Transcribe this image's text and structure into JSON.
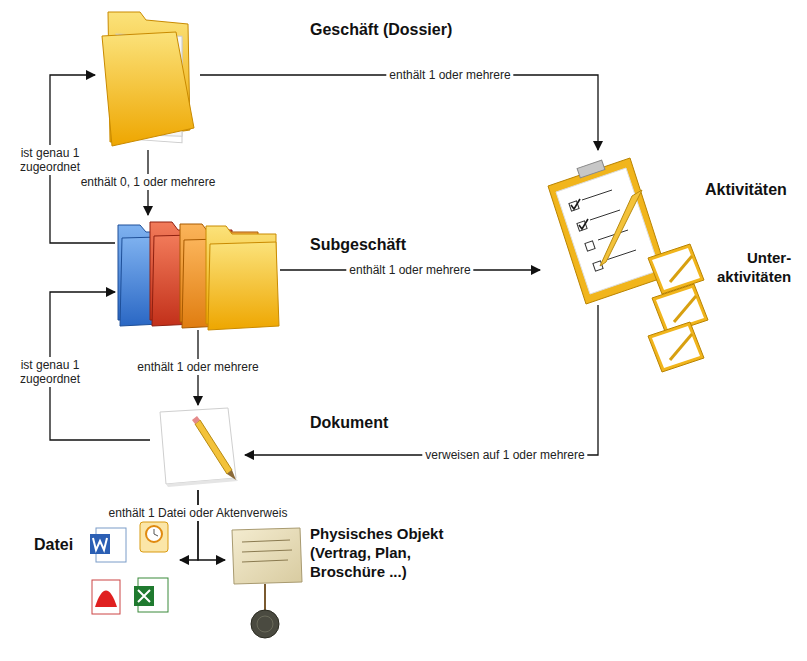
{
  "diagram": {
    "nodes": [
      {
        "text": [
          "Geschäft (Dossier)"
        ]
      },
      {
        "text": [
          "Subgeschäft"
        ]
      },
      {
        "text": [
          "Dokument"
        ]
      },
      {
        "text": [
          "Aktivitäten"
        ]
      },
      {
        "text": [
          "Unter- aktivitäten"
        ]
      },
      {
        "text": [
          "Datei"
        ]
      },
      {
        "text": [
          "Physisches Objekt (Vertrag, Plan, Broschüre ...)"
        ]
      }
    ],
    "edges": [
      {
        "from": 0,
        "to": 3,
        "label": "enthält 1 oder mehrere",
        "arrow": "to"
      },
      {
        "from": 0,
        "to": 1,
        "label": "enthält 0, 1 oder mehrere",
        "arrow": "to"
      },
      {
        "from": 1,
        "to": 0,
        "label": "ist genau 1 zugeordnet",
        "arrow": "to"
      },
      {
        "from": 1,
        "to": 3,
        "label": "enthält 1 oder mehrere",
        "arrow": "to"
      },
      {
        "from": 1,
        "to": 2,
        "label": "enthält 1 oder mehrere",
        "arrow": "to"
      },
      {
        "from": 2,
        "to": 1,
        "label": "ist genau 1 zugeordnet",
        "arrow": "to"
      },
      {
        "from": 3,
        "to": 2,
        "label": "verweisen auf 1 oder mehrere",
        "arrow": "to"
      },
      {
        "from": 2,
        "to": 5,
        "label": "enthält 1 Datei oder Aktenverweis",
        "arrow": "to"
      },
      {
        "from": 2,
        "to": 6,
        "arrow": "to"
      }
    ]
  }
}
